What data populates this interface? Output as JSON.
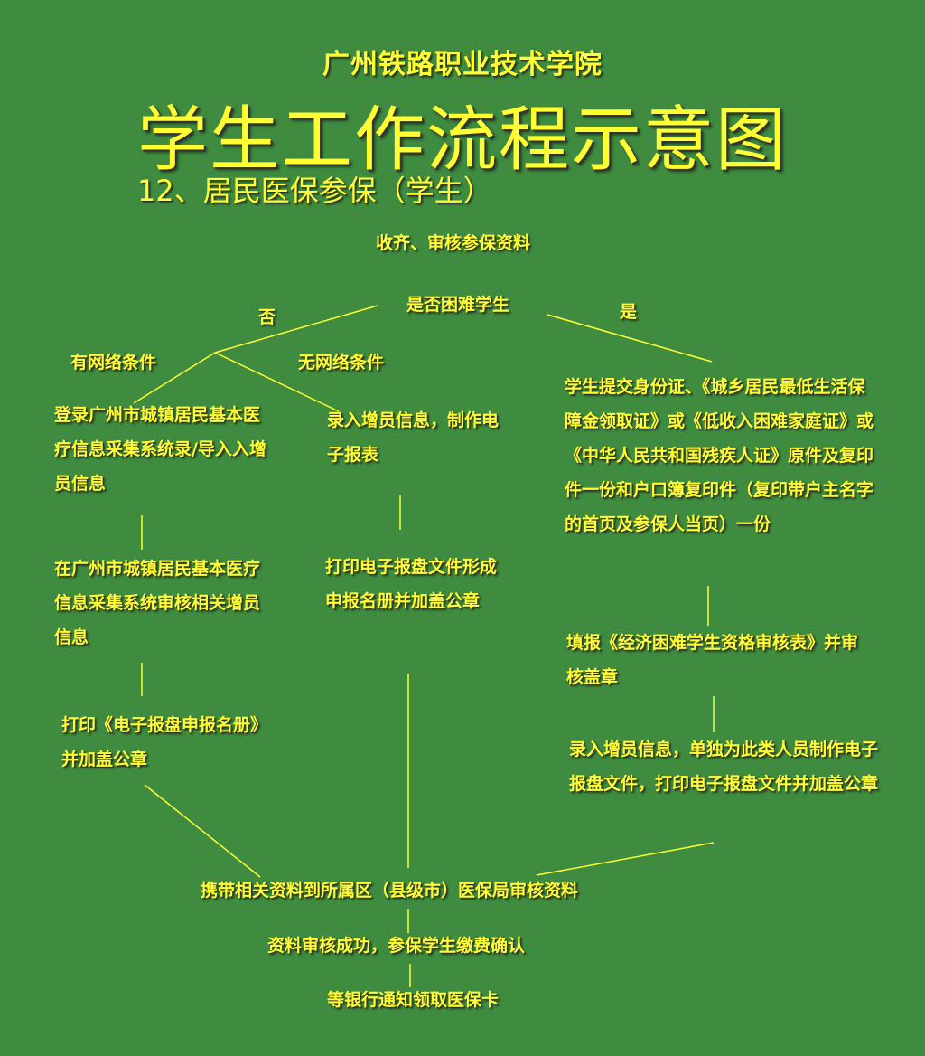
{
  "header": {
    "school": "广州铁路职业技术学院",
    "title": "学生工作流程示意图",
    "subtitle": "12、居民医保参保（学生）"
  },
  "flow": {
    "start": "收齐、审核参保资料",
    "decision": "是否困难学生",
    "branch_no": "否",
    "branch_yes": "是",
    "cond_network": "有网络条件",
    "cond_no_network": "无网络条件",
    "left": {
      "step1": "登录广州市城镇居民基本医疗信息采集系统录/导入入增员信息",
      "step2": "在广州市城镇居民基本医疗信息采集系统审核相关增员信息",
      "step3": "打印《电子报盘申报名册》并加盖公章"
    },
    "middle": {
      "step1": "录入增员信息，制作电子报表",
      "step2": "打印电子报盘文件形成申报名册并加盖公章"
    },
    "right": {
      "step1": "学生提交身份证、《城乡居民最低生活保障金领取证》或《低收入困难家庭证》或《中华人民共和国残疾人证》原件及复印件一份和户口簿复印件（复印带户主名字的首页及参保人当页）一份",
      "step2": "填报《经济困难学生资格审核表》并审核盖章",
      "step3": "录入增员信息，单独为此类人员制作电子报盘文件，打印电子报盘文件并加盖公章"
    },
    "final1": "携带相关资料到所属区（县级市）医保局审核资料",
    "final2": "资料审核成功，参保学生缴费确认",
    "final3": "等银行通知领取医保卡"
  },
  "colors": {
    "background": "#3f8b3f",
    "text": "#ffff33",
    "line": "#ffff33"
  }
}
